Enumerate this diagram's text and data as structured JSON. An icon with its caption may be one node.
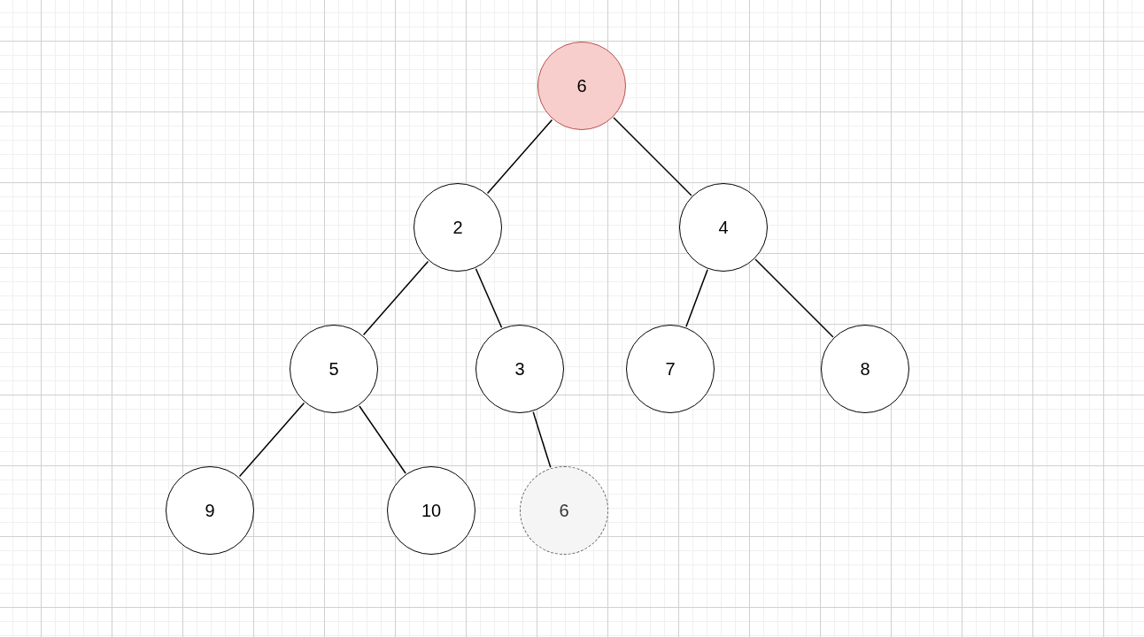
{
  "diagram": {
    "nodes": [
      {
        "text": [
          "6"
        ]
      },
      {
        "text": [
          "2"
        ]
      },
      {
        "text": [
          "4"
        ]
      },
      {
        "text": [
          "5"
        ]
      },
      {
        "text": [
          "3"
        ]
      },
      {
        "text": [
          "7"
        ]
      },
      {
        "text": [
          "8"
        ]
      },
      {
        "text": [
          "9"
        ]
      },
      {
        "text": [
          "10"
        ]
      },
      {
        "text": [
          "6"
        ]
      }
    ],
    "edges": [
      {
        "from": 0,
        "to": 1,
        "arrow": "none"
      },
      {
        "from": 0,
        "to": 2,
        "arrow": "none"
      },
      {
        "from": 1,
        "to": 3,
        "arrow": "none"
      },
      {
        "from": 1,
        "to": 4,
        "arrow": "none"
      },
      {
        "from": 2,
        "to": 5,
        "arrow": "none"
      },
      {
        "from": 2,
        "to": 6,
        "arrow": "none"
      },
      {
        "from": 3,
        "to": 7,
        "arrow": "none"
      },
      {
        "from": 3,
        "to": 8,
        "arrow": "none"
      },
      {
        "from": 4,
        "to": 9,
        "arrow": "none"
      }
    ]
  }
}
